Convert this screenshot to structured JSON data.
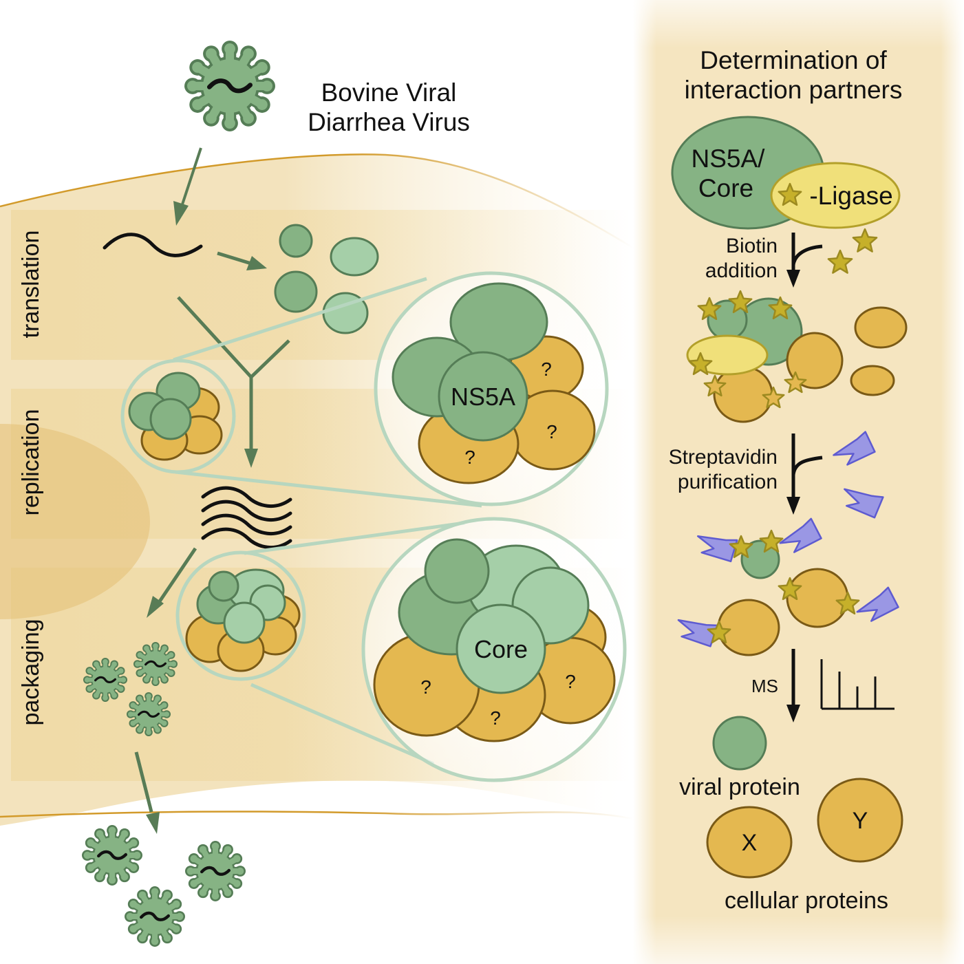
{
  "title": {
    "line1": "Bovine Viral",
    "line2": "Diarrhea Virus"
  },
  "stages": [
    {
      "label": "translation"
    },
    {
      "label": "replication"
    },
    {
      "label": "packaging"
    }
  ],
  "zoom_panels": {
    "ns5a": {
      "center_label": "NS5A",
      "unknown_labels": [
        "?",
        "?",
        "?"
      ]
    },
    "core": {
      "center_label": "Core",
      "unknown_labels": [
        "?",
        "?",
        "?"
      ]
    }
  },
  "right_panel": {
    "title_line1": "Determination of",
    "title_line2": "interaction partners",
    "bait": {
      "line1": "NS5A/",
      "line2": "Core"
    },
    "ligase_label": "-Ligase",
    "step1": {
      "line1": "Biotin",
      "line2": "addition"
    },
    "step2": {
      "line1": "Streptavidin",
      "line2": "purification"
    },
    "step3": {
      "label": "MS"
    },
    "ms_spectrum_peaks": [
      1.0,
      0.75,
      0.45,
      0.65
    ],
    "result_viral_label": "viral protein",
    "result_cellular_label": "cellular proteins",
    "cellular_protein_x": "X",
    "cellular_protein_y": "Y"
  },
  "colors": {
    "viral_green": "#86b384",
    "viral_green_stroke": "#557d56",
    "viral_light_green": "#a5cfa8",
    "cellular_orange": "#e4b850",
    "cellular_orange_stroke": "#7a5a16",
    "ligase_yellow": "#f0e07a",
    "ligase_stroke": "#b3a02a",
    "biotin_star": "#c6b02a",
    "streptavidin": "#9a97e4",
    "streptavidin_stroke": "#5e5bd0",
    "cell_fill": "#f3e5c4",
    "cell_membrane": "#d29a2a",
    "panel_bg": "#f5e5c0",
    "zoom_ring": "#b7d6bf"
  }
}
